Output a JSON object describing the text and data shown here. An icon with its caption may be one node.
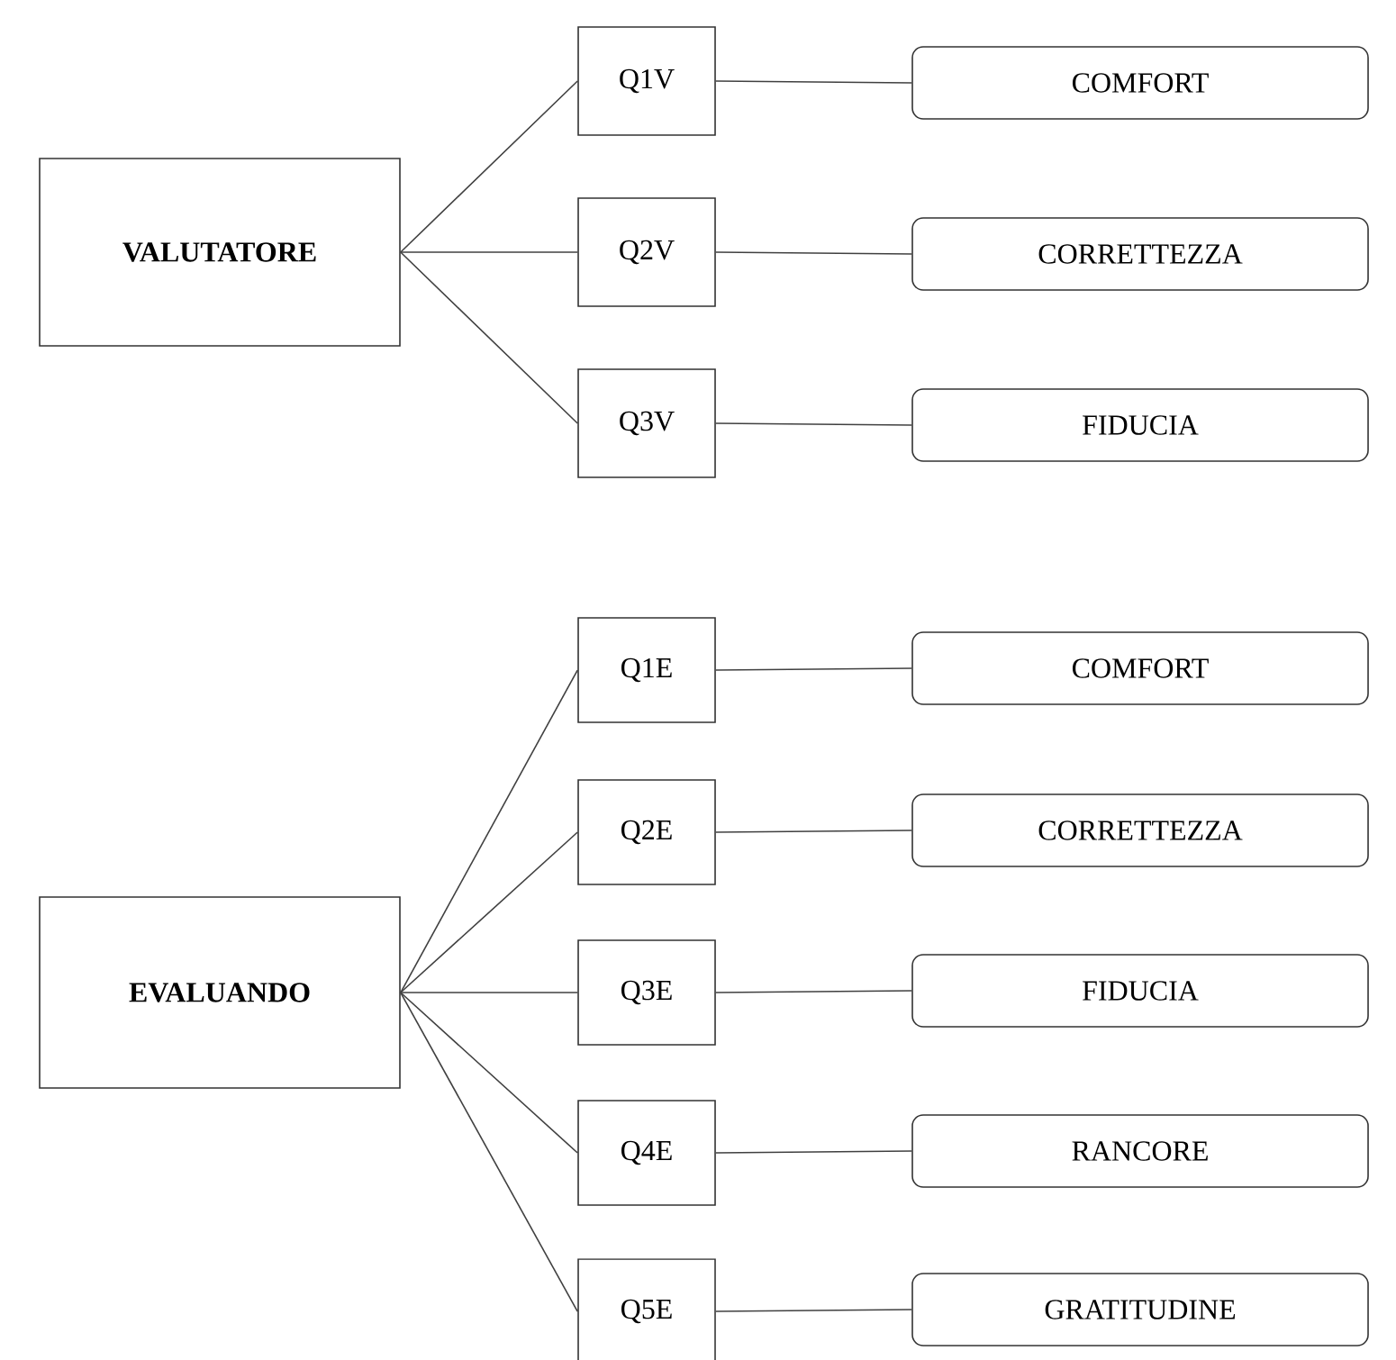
{
  "diagram": {
    "nodes": [
      {
        "text": [
          "VALUTATORE"
        ]
      },
      {
        "text": [
          "Q1V"
        ]
      },
      {
        "text": [
          "COMFORT"
        ]
      },
      {
        "text": [
          "Q2V"
        ]
      },
      {
        "text": [
          "CORRETTEZZA"
        ]
      },
      {
        "text": [
          "Q3V"
        ]
      },
      {
        "text": [
          "FIDUCIA"
        ]
      },
      {
        "text": [
          "EVALUANDO"
        ]
      },
      {
        "text": [
          "Q1E"
        ]
      },
      {
        "text": [
          "COMFORT"
        ]
      },
      {
        "text": [
          "Q2E"
        ]
      },
      {
        "text": [
          "CORRETTEZZA"
        ]
      },
      {
        "text": [
          "Q3E"
        ]
      },
      {
        "text": [
          "FIDUCIA"
        ]
      },
      {
        "text": [
          "Q4E"
        ]
      },
      {
        "text": [
          "RANCORE"
        ]
      },
      {
        "text": [
          "Q5E"
        ]
      },
      {
        "text": [
          "GRATITUDINE"
        ]
      }
    ],
    "edges": [
      {
        "from": 0,
        "to": 1,
        "arrow": "none"
      },
      {
        "from": 0,
        "to": 3,
        "arrow": "none"
      },
      {
        "from": 0,
        "to": 5,
        "arrow": "none"
      },
      {
        "from": 1,
        "to": 2,
        "arrow": "none"
      },
      {
        "from": 3,
        "to": 4,
        "arrow": "none"
      },
      {
        "from": 5,
        "to": 6,
        "arrow": "none"
      },
      {
        "from": 7,
        "to": 8,
        "arrow": "none"
      },
      {
        "from": 7,
        "to": 10,
        "arrow": "none"
      },
      {
        "from": 7,
        "to": 12,
        "arrow": "none"
      },
      {
        "from": 7,
        "to": 14,
        "arrow": "none"
      },
      {
        "from": 7,
        "to": 16,
        "arrow": "none"
      },
      {
        "from": 8,
        "to": 9,
        "arrow": "none"
      },
      {
        "from": 10,
        "to": 11,
        "arrow": "none"
      },
      {
        "from": 12,
        "to": 13,
        "arrow": "none"
      },
      {
        "from": 14,
        "to": 15,
        "arrow": "none"
      },
      {
        "from": 16,
        "to": 17,
        "arrow": "none"
      }
    ]
  }
}
